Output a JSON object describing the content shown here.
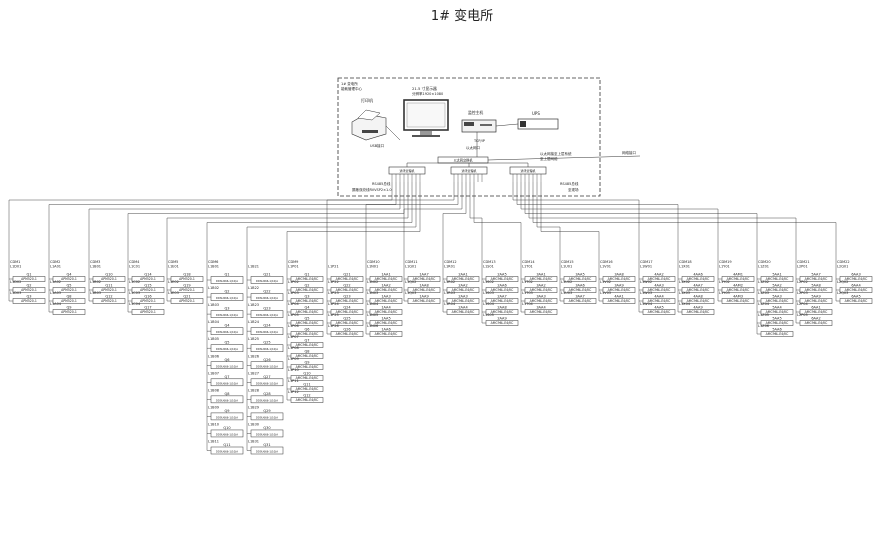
{
  "title": "1# 变电所",
  "station": {
    "room_label_1": "1# 变电所",
    "room_label_2": "能耗管理中心",
    "printer_label": "打印机",
    "usb_label": "USB接口",
    "monitor_label_1": "21.5 寸显示器",
    "monitor_label_2": "分辨率1920×1080",
    "host_label": "监控主机",
    "ups_label": "UPS",
    "tcpip_label": "TCP/IP",
    "network_card_label": "以太网口",
    "switch_label": "以太网交换机",
    "converter_labels": [
      "通讯管理机",
      "通讯管理机",
      "通讯管理机"
    ],
    "uplink_label_1": "以太网接至上层系统",
    "uplink_label_2": "至上层网络",
    "uplink_right": "网络接口",
    "bus_label_left": "RS485总线",
    "bus_label_left_2": "屏蔽双绞线RVVSP2×1.0",
    "bus_label_right": "RS485总线",
    "bus_label_right_2": "至现场"
  },
  "columns": [
    {
      "cabinet": "CDM1",
      "code": "L1D01",
      "meters": [
        {
          "line": "",
          "id": "Q1",
          "model": "APM520-1"
        },
        {
          "line": "L1D02",
          "id": "Q2",
          "model": "APM520-1"
        },
        {
          "line": "L1D03",
          "id": "Q3",
          "model": "APM520-1"
        }
      ]
    },
    {
      "cabinet": "CDM2",
      "code": "L1A01",
      "meters": [
        {
          "line": "",
          "id": "Q4",
          "model": "APM520-1"
        },
        {
          "line": "L1A02",
          "id": "Q5",
          "model": "APM520-1"
        },
        {
          "line": "L1A03",
          "id": "Q8",
          "model": "APM520-1"
        },
        {
          "line": "L1A04",
          "id": "Q9",
          "model": "APM520-1"
        }
      ]
    },
    {
      "cabinet": "CDM3",
      "code": "L1B01",
      "meters": [
        {
          "line": "",
          "id": "Q10",
          "model": "APM520-1"
        },
        {
          "line": "L1B02",
          "id": "Q11",
          "model": "APM520-1"
        },
        {
          "line": "L1B03",
          "id": "Q12",
          "model": "APM520-1"
        }
      ]
    },
    {
      "cabinet": "CDM4",
      "code": "L1C01",
      "meters": [
        {
          "line": "",
          "id": "Q14",
          "model": "APM520-1"
        },
        {
          "line": "L1C02",
          "id": "Q15",
          "model": "APM520-1"
        },
        {
          "line": "L1C03",
          "id": "Q16",
          "model": "APM520-1"
        },
        {
          "line": "L1C04",
          "id": "Q17",
          "model": "APM520-1"
        }
      ]
    },
    {
      "cabinet": "CDM5",
      "code": "L1E01",
      "meters": [
        {
          "line": "",
          "id": "Q18",
          "model": "APM520-1"
        },
        {
          "line": "L1E02",
          "id": "Q19",
          "model": "APM520-1"
        },
        {
          "line": "L1E03",
          "id": "Q21",
          "model": "APM520-1"
        }
      ]
    },
    {
      "cabinet": "CDM6",
      "code": "L1B01",
      "meters": [
        {
          "line": "",
          "id": "Q1",
          "model": "DDSU666-1(10)A"
        },
        {
          "line": "L1B02",
          "id": "Q2",
          "model": "DDSU666-1(10)A"
        },
        {
          "line": "L1B03",
          "id": "Q3",
          "model": "DDSU666-1(10)A"
        },
        {
          "line": "L1B04",
          "id": "Q4",
          "model": "DDSU666-1(10)A"
        },
        {
          "line": "L1B05",
          "id": "Q5",
          "model": "DDSU666-1(10)A"
        },
        {
          "line": "L1B06",
          "id": "Q6",
          "model": "DDSU666-1(10)A"
        },
        {
          "line": "L1B07",
          "id": "Q7",
          "model": "DDSU666-1(10)A"
        },
        {
          "line": "L1B08",
          "id": "Q8",
          "model": "DDSU666-1(10)A"
        },
        {
          "line": "L1B09",
          "id": "Q9",
          "model": "DDSU666-1(10)A"
        },
        {
          "line": "L1B10",
          "id": "Q10",
          "model": "DDSU666-1(10)A"
        },
        {
          "line": "L1B11",
          "id": "Q11",
          "model": "DDSU666-1(10)A"
        }
      ]
    },
    {
      "cabinet": "",
      "code": "L1B21",
      "meters": [
        {
          "line": "",
          "id": "Q21",
          "model": "DDSU666-1(10)A"
        },
        {
          "line": "L1B22",
          "id": "Q22",
          "model": "DDSU666-1(10)A"
        },
        {
          "line": "L1B23",
          "id": "Q23",
          "model": "DDSU666-1(10)A"
        },
        {
          "line": "L1B24",
          "id": "Q24",
          "model": "DDSU666-1(10)A"
        },
        {
          "line": "L1B25",
          "id": "Q25",
          "model": "DDSU666-1(10)A"
        },
        {
          "line": "L1B26",
          "id": "Q26",
          "model": "DDSU666-1(10)A"
        },
        {
          "line": "L1B27",
          "id": "Q27",
          "model": "DDSU666-1(10)A"
        },
        {
          "line": "L1B28",
          "id": "Q28",
          "model": "DDSU666-1(10)A"
        },
        {
          "line": "L1B29",
          "id": "Q29",
          "model": "DDSU666-1(10)A"
        },
        {
          "line": "L1B30",
          "id": "Q30",
          "model": "DDSU666-1(10)A"
        },
        {
          "line": "L1B31",
          "id": "Q31",
          "model": "DDSU666-1(10)A"
        }
      ]
    },
    {
      "cabinet": "CDM9",
      "code": "L1P01",
      "meters": [
        {
          "line": "",
          "id": "Q1",
          "model": "AMC96L-E4/KC"
        },
        {
          "line": "L1P02",
          "id": "Q2",
          "model": "AMC96L-E4/KC"
        },
        {
          "line": "L1P03",
          "id": "Q3",
          "model": "AMC96L-E4/KC"
        },
        {
          "line": "L1P04",
          "id": "Q4",
          "model": "AMC96L-E4/KC"
        },
        {
          "line": "L1P05",
          "id": "Q5",
          "model": "AMC96L-E4/KC"
        },
        {
          "line": "L1P06",
          "id": "Q6",
          "model": "AMC96L-E4/KC"
        },
        {
          "line": "L1P07",
          "id": "Q7",
          "model": "AMC96L-E4/KC"
        },
        {
          "line": "L1P08",
          "id": "Q8",
          "model": "AMC96L-E4/KC"
        },
        {
          "line": "L1P09",
          "id": "Q9",
          "model": "AMC96L-E4/KC"
        },
        {
          "line": "L1P10",
          "id": "Q10",
          "model": "AMC96L-E4/KC"
        },
        {
          "line": "L1P11",
          "id": "Q11",
          "model": "AMC96L-E4/KC"
        },
        {
          "line": "L1P12",
          "id": "Q12",
          "model": "AMC96L-E4/KC"
        }
      ]
    },
    {
      "cabinet": "",
      "code": "L1P21",
      "meters": [
        {
          "line": "",
          "id": "Q21",
          "model": "AMC96L-E4/KC"
        },
        {
          "line": "L1P22",
          "id": "Q22",
          "model": "AMC96L-E4/KC"
        },
        {
          "line": "L1P23",
          "id": "Q23",
          "model": "AMC96L-E4/KC"
        },
        {
          "line": "L1P24",
          "id": "Q24",
          "model": "AMC96L-E4/KC"
        },
        {
          "line": "L1P25",
          "id": "Q25",
          "model": "AMC96L-E4/KC"
        },
        {
          "line": "L1P26",
          "id": "Q26",
          "model": "AMC96L-E4/KC"
        }
      ]
    },
    {
      "cabinet": "CDM10",
      "code": "L1N01",
      "meters": [
        {
          "line": "",
          "id": "1AA1",
          "model": "AMC96L-E4/KC"
        },
        {
          "line": "L1N02",
          "id": "1AA2",
          "model": "AMC96L-E4/KC"
        },
        {
          "line": "L1N03",
          "id": "1AA3",
          "model": "AMC96L-E4/KC"
        },
        {
          "line": "L1N04",
          "id": "1AA4",
          "model": "AMC96L-E4/KC"
        },
        {
          "line": "L1N05",
          "id": "1AA5",
          "model": "AMC96L-E4/KC"
        },
        {
          "line": "L1N06",
          "id": "1AA6",
          "model": "AMC96L-E4/KC"
        }
      ]
    },
    {
      "cabinet": "CDM11",
      "code": "L1Q01",
      "meters": [
        {
          "line": "",
          "id": "1AA7",
          "model": "AMC96L-E4/KC"
        },
        {
          "line": "L1Q02",
          "id": "1AA8",
          "model": "AMC96L-E4/KC"
        },
        {
          "line": "L1Q03",
          "id": "1AA9",
          "model": "AMC96L-E4/KC"
        }
      ]
    },
    {
      "cabinet": "CDM12",
      "code": "L1R01",
      "meters": [
        {
          "line": "",
          "id": "2AA1",
          "model": "AMC96L-E4/KC"
        },
        {
          "line": "L1R02",
          "id": "2AA2",
          "model": "AMC96L-E4/KC"
        },
        {
          "line": "L1R03",
          "id": "2AA3",
          "model": "AMC96L-E4/KC"
        },
        {
          "line": "L1R04",
          "id": "2AA4",
          "model": "AMC96L-E4/KC"
        }
      ]
    },
    {
      "cabinet": "CDM13",
      "code": "L1S01",
      "meters": [
        {
          "line": "",
          "id": "2AA5",
          "model": "AMC96L-E4/KC"
        },
        {
          "line": "L1S02",
          "id": "2AA6",
          "model": "AMC96L-E4/KC"
        },
        {
          "line": "L1S03",
          "id": "2AA7",
          "model": "AMC96L-E4/KC"
        },
        {
          "line": "L1S04",
          "id": "2AA8",
          "model": "AMC96L-E4/KC"
        },
        {
          "line": "L1S05",
          "id": "2AA9",
          "model": "AMC96L-E4/KC"
        }
      ]
    },
    {
      "cabinet": "CDM14",
      "code": "L1T01",
      "meters": [
        {
          "line": "",
          "id": "3AA1",
          "model": "AMC96L-E4/KC"
        },
        {
          "line": "L1T02",
          "id": "3AA2",
          "model": "AMC96L-E4/KC"
        },
        {
          "line": "L1T03",
          "id": "3AA3",
          "model": "AMC96L-E4/KC"
        },
        {
          "line": "L1T04",
          "id": "3AA4",
          "model": "AMC96L-E4/KC"
        }
      ]
    },
    {
      "cabinet": "CDM15",
      "code": "L1U01",
      "meters": [
        {
          "line": "",
          "id": "3AA5",
          "model": "AMC96L-E4/KC"
        },
        {
          "line": "L1U02",
          "id": "3AA6",
          "model": "AMC96L-E4/KC"
        },
        {
          "line": "L1U03",
          "id": "3AA7",
          "model": "AMC96L-E4/KC"
        }
      ]
    },
    {
      "cabinet": "CDM16",
      "code": "L1V01",
      "meters": [
        {
          "line": "",
          "id": "3AA8",
          "model": "AMC96L-E4/KC"
        },
        {
          "line": "L1V02",
          "id": "3AA9",
          "model": "AMC96L-E4/KC"
        },
        {
          "line": "L1V03",
          "id": "4AA1",
          "model": "AMC96L-E4/KC"
        }
      ]
    },
    {
      "cabinet": "CDM17",
      "code": "L1W01",
      "meters": [
        {
          "line": "",
          "id": "4AA2",
          "model": "AMC96L-E4/KC"
        },
        {
          "line": "L1W02",
          "id": "4AA3",
          "model": "AMC96L-E4/KC"
        },
        {
          "line": "L1W03",
          "id": "4AA4",
          "model": "AMC96L-E4/KC"
        },
        {
          "line": "L1W04",
          "id": "4AA5",
          "model": "AMC96L-E4/KC"
        }
      ]
    },
    {
      "cabinet": "CDM18",
      "code": "L1X01",
      "meters": [
        {
          "line": "",
          "id": "4AA6",
          "model": "AMC96L-E4/KC"
        },
        {
          "line": "L1X02",
          "id": "4AA7",
          "model": "AMC96L-E4/KC"
        },
        {
          "line": "L1X03",
          "id": "4AA8",
          "model": "AMC96L-E4/KC"
        },
        {
          "line": "L1X04",
          "id": "4AA9",
          "model": "AMC96L-E4/KC"
        }
      ]
    },
    {
      "cabinet": "CDM19",
      "code": "L1Y01",
      "meters": [
        {
          "line": "",
          "id": "4AM1",
          "model": "AMC96L-E4/KC"
        },
        {
          "line": "L1Y02",
          "id": "4AM2",
          "model": "AMC96L-E4/KC"
        },
        {
          "line": "L1Y03",
          "id": "4AM3",
          "model": "AMC96L-E4/KC"
        }
      ]
    },
    {
      "cabinet": "CDM20",
      "code": "L1Z01",
      "meters": [
        {
          "line": "",
          "id": "5AA1",
          "model": "AMC96L-E4/KC"
        },
        {
          "line": "L1Z02",
          "id": "5AA2",
          "model": "AMC96L-E4/KC"
        },
        {
          "line": "L1Z03",
          "id": "5AA3",
          "model": "AMC96L-E4/KC"
        },
        {
          "line": "L1Z04",
          "id": "5AA4",
          "model": "AMC96L-E4/KC"
        },
        {
          "line": "L1Z05",
          "id": "5AA5",
          "model": "AMC96L-E4/KC"
        },
        {
          "line": "L1Z06",
          "id": "5AA6",
          "model": "AMC96L-E4/KC"
        }
      ]
    },
    {
      "cabinet": "CDM21",
      "code": "L2P01",
      "meters": [
        {
          "line": "",
          "id": "5AA7",
          "model": "AMC96L-E4/KC"
        },
        {
          "line": "L2P02",
          "id": "5AA8",
          "model": "AMC96L-E4/KC"
        },
        {
          "line": "L2P03",
          "id": "5AA9",
          "model": "AMC96L-E4/KC"
        },
        {
          "line": "L2P04",
          "id": "6AA1",
          "model": "AMC96L-E4/KC"
        },
        {
          "line": "L2P05",
          "id": "6AA2",
          "model": "AMC96L-E4/KC"
        }
      ]
    },
    {
      "cabinet": "CDM22",
      "code": "L2Q01",
      "meters": [
        {
          "line": "",
          "id": "6AA3",
          "model": "AMC96L-E4/KC"
        },
        {
          "line": "L2Q02",
          "id": "6AA4",
          "model": "AMC96L-E4/KC"
        },
        {
          "line": "L2Q03",
          "id": "6AA5",
          "model": "AMC96L-E4/KC"
        }
      ]
    }
  ]
}
